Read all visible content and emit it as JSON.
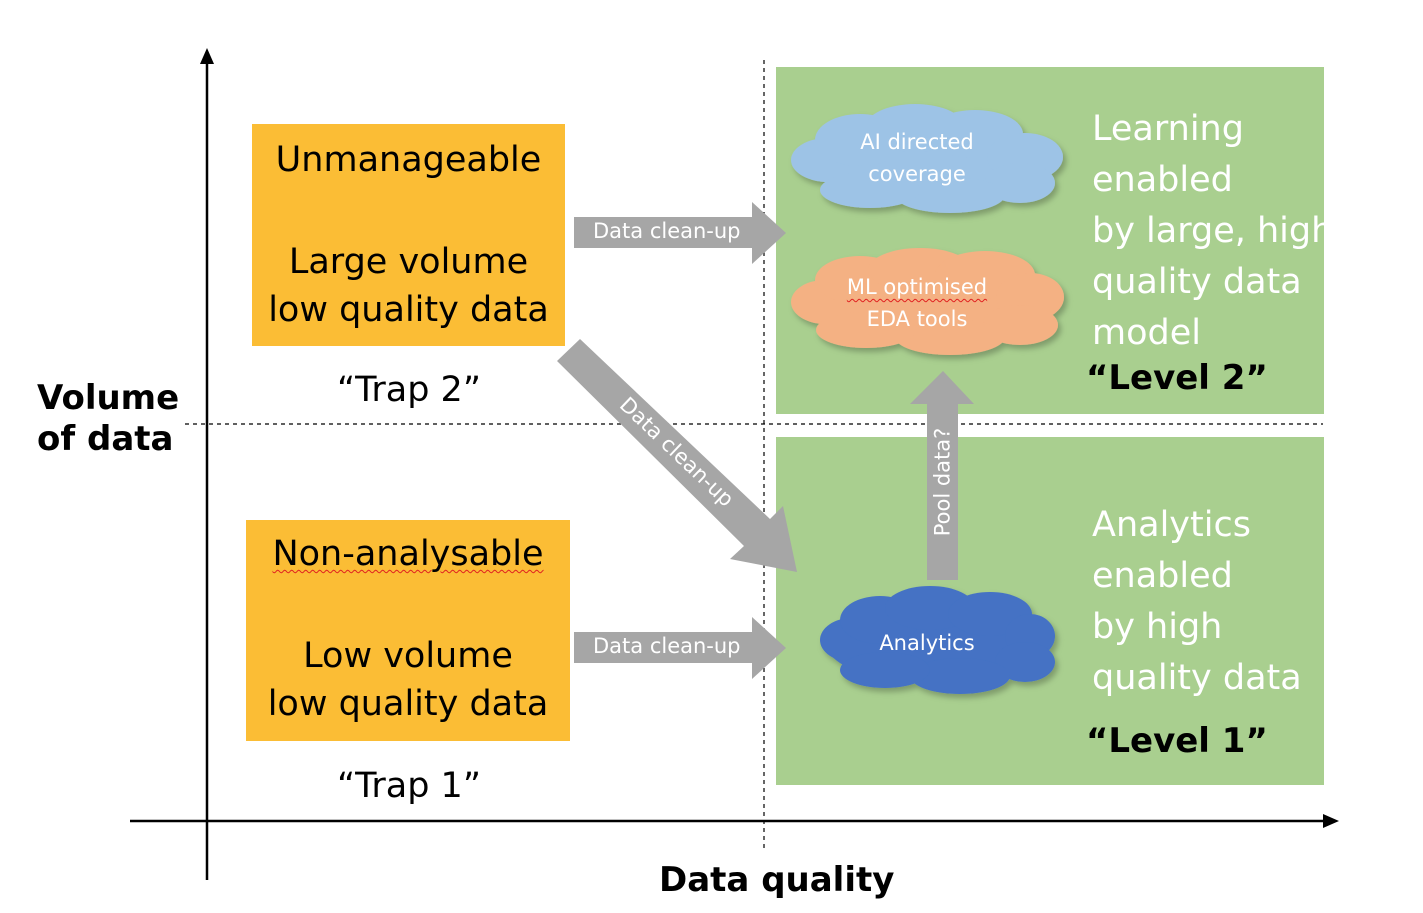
{
  "axes": {
    "x_title": "Data quality",
    "y_title_line1": "Volume",
    "y_title_line2": "of data"
  },
  "quadrants": {
    "trap2": {
      "title": "Unmanageable",
      "desc_line1": "Large volume",
      "desc_line2": "low quality data",
      "label": "“Trap 2”"
    },
    "trap1": {
      "title": "Non-analysable",
      "desc_line1": "Low volume",
      "desc_line2": "low quality data",
      "label": "“Trap 1”"
    },
    "level2": {
      "desc": [
        "Learning",
        "enabled",
        "by large, high",
        "quality data",
        "model"
      ],
      "label": "“Level 2”"
    },
    "level1": {
      "desc": [
        "Analytics",
        "enabled",
        "by high",
        "quality data"
      ],
      "label": "“Level 1”"
    }
  },
  "clouds": {
    "ai": {
      "line1": "AI directed",
      "line2": "coverage",
      "color": "#9dc3e6"
    },
    "ml": {
      "line1": "ML optimised",
      "line2": "EDA tools",
      "color": "#f4b183"
    },
    "analytics": {
      "line1": "Analytics",
      "color": "#4472c4"
    }
  },
  "arrows": {
    "top": "Data clean-up",
    "diagonal": "Data clean-up",
    "bottom": "Data clean-up",
    "pool": "Pool data?"
  },
  "colors": {
    "trap_fill": "#fbbd35",
    "level_fill": "#a9cf8f",
    "arrow_fill": "#a6a6a6"
  }
}
